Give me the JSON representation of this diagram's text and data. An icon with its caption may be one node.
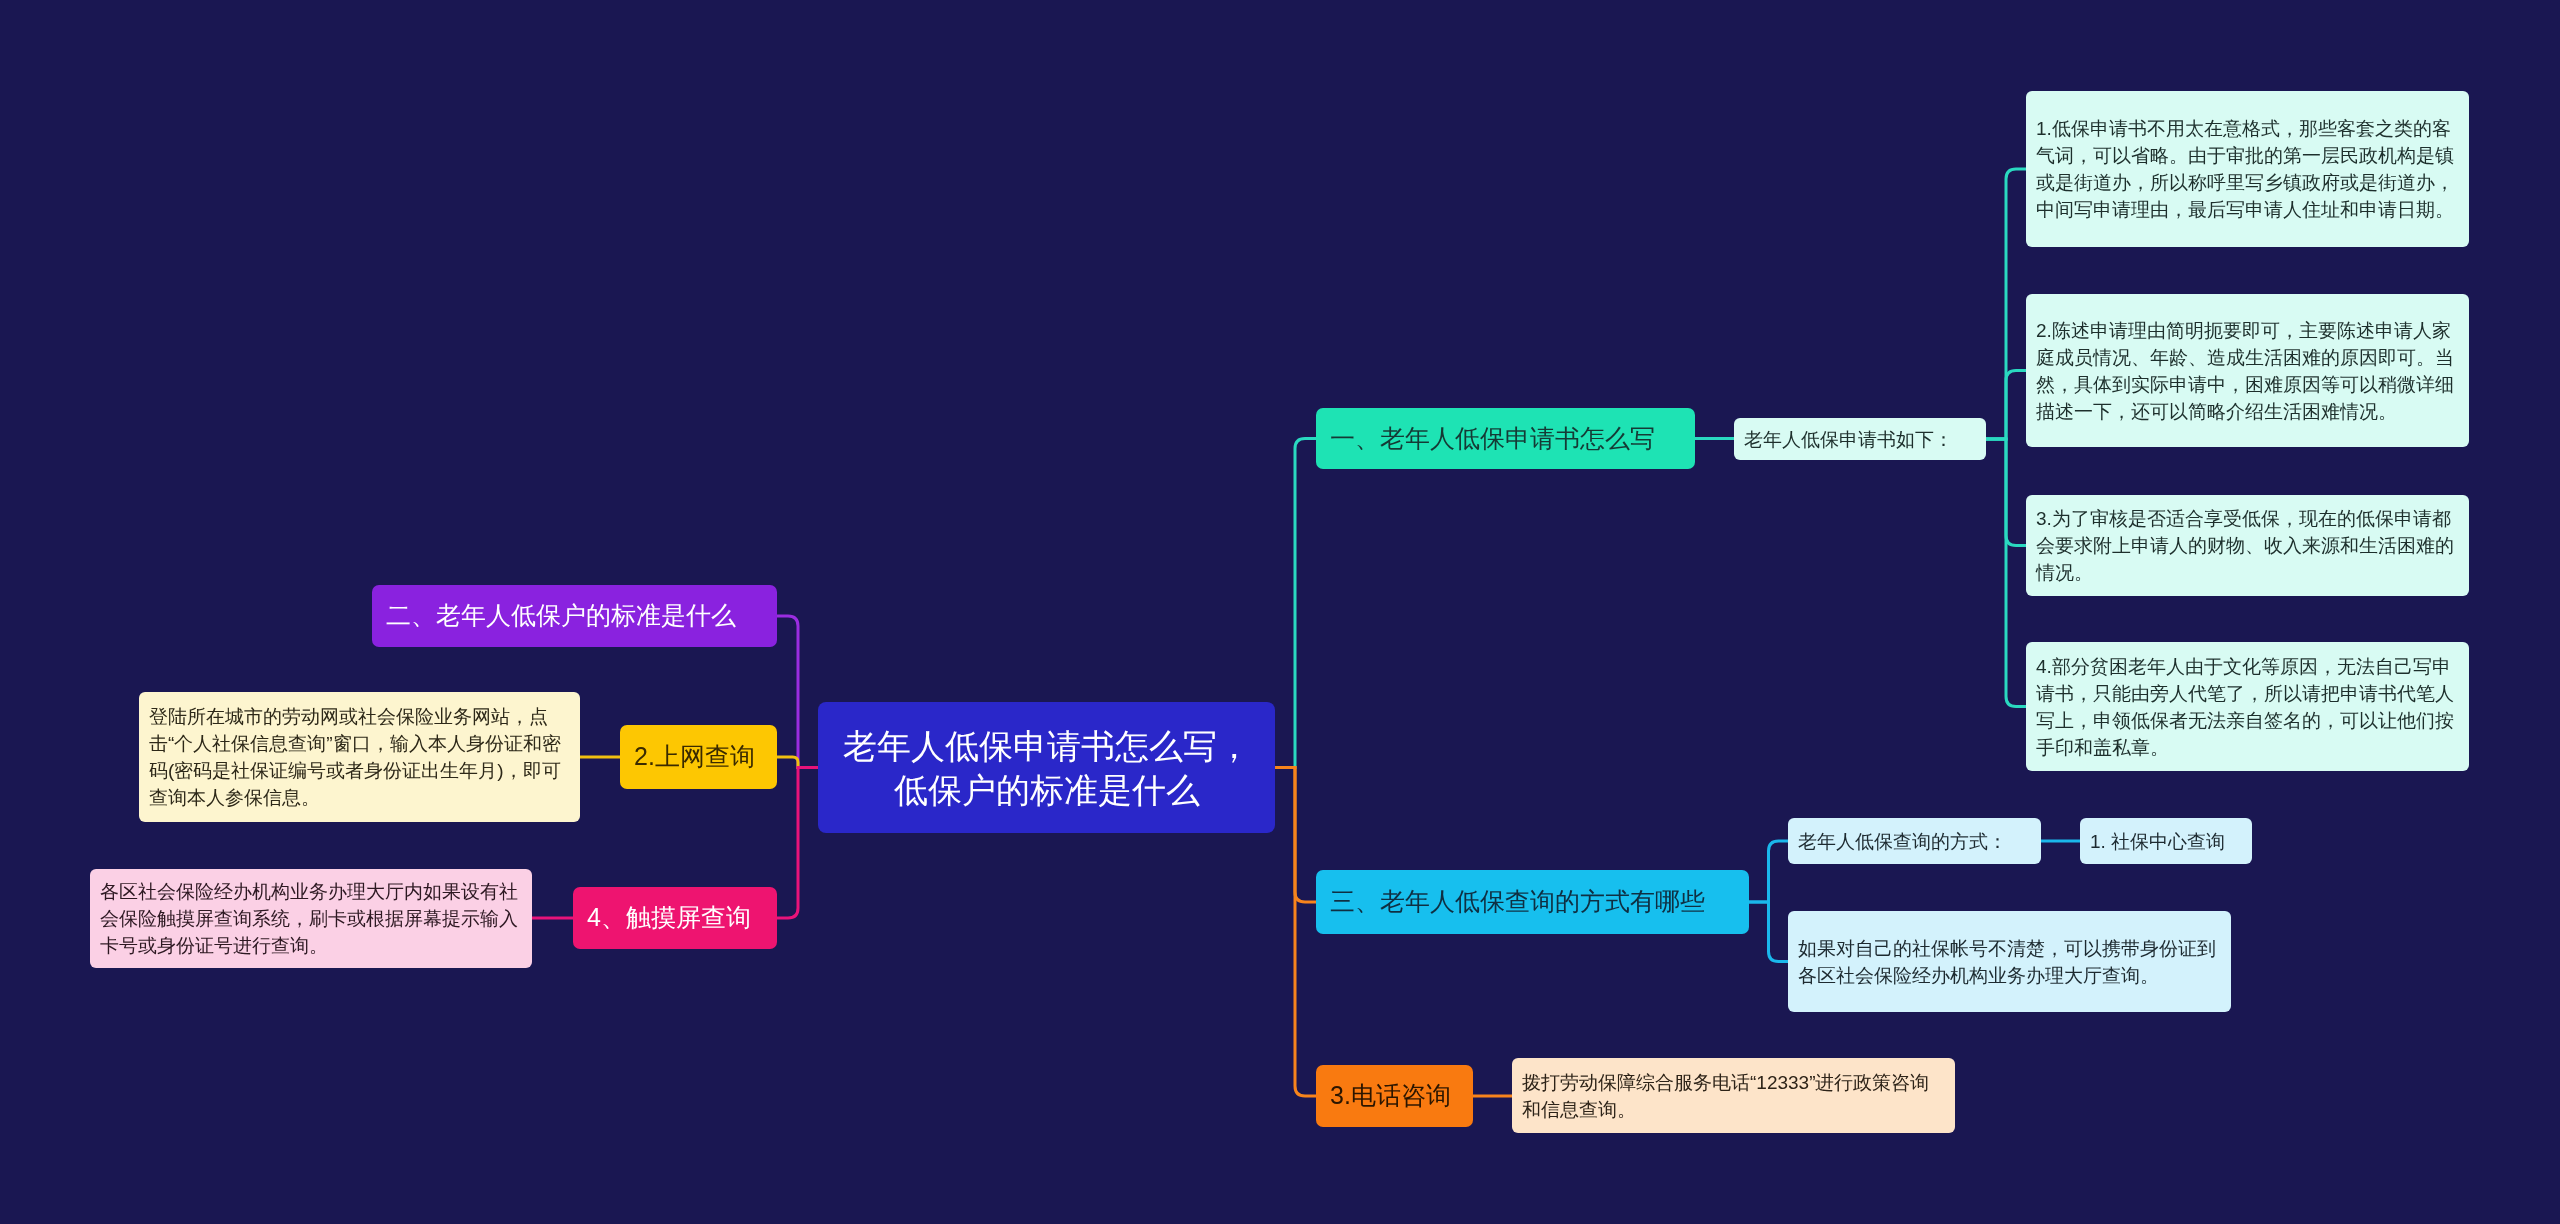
{
  "diagram": {
    "nodes": [
      {
        "text": [
          "老年人低保申请书怎么写，低保户的标准是什么"
        ]
      },
      {
        "text": [
          "一、老年人低保申请书怎么写"
        ]
      },
      {
        "text": [
          "老年人低保申请书如下："
        ]
      },
      {
        "text": [
          "1.低保申请书不用太在意格式，那些客套之类的客气词，可以省略。由于审批的第一层民政机构是镇或是街道办，所以称呼里写乡镇政府或是街道办，中间写申请理由，最后写申请人住址和申请日期。"
        ]
      },
      {
        "text": [
          "2.陈述申请理由简明扼要即可，主要陈述申请人家庭成员情况、年龄、造成生活困难的原因即可。当然，具体到实际申请中，困难原因等可以稍微详细描述一下，还可以简略介绍生活困难情况。"
        ]
      },
      {
        "text": [
          "3.为了审核是否适合享受低保，现在的低保申请都会要求附上申请人的财物、收入来源和生活困难的情况。"
        ]
      },
      {
        "text": [
          "4.部分贫困老年人由于文化等原因，无法自己写申请书，只能由旁人代笔了，所以请把申请书代笔人写上，申领低保者无法亲自签名的，可以让他们按手印和盖私章。"
        ]
      },
      {
        "text": [
          "三、老年人低保查询的方式有哪些"
        ]
      },
      {
        "text": [
          "老年人低保查询的方式："
        ]
      },
      {
        "text": [
          "1. 社保中心查询"
        ]
      },
      {
        "text": [
          "如果对自己的社保帐号不清楚，可以携带身份证到各区社会保险经办机构业务办理大厅查询。"
        ]
      },
      {
        "text": [
          "3.电话咨询"
        ]
      },
      {
        "text": [
          "拨打劳动保障综合服务电话“12333”进行政策咨询和信息查询。"
        ]
      },
      {
        "text": [
          "二、老年人低保户的标准是什么"
        ]
      },
      {
        "text": [
          "2.上网查询"
        ]
      },
      {
        "text": [
          "登陆所在城市的劳动网或社会保险业务网站，点击“个人社保信息查询”窗口，输入本人身份证和密码(密码是社保证编号或者身份证出生年月)，即可查询本人参保信息。"
        ]
      },
      {
        "text": [
          "4、触摸屏查询"
        ]
      },
      {
        "text": [
          "各区社会保险经办机构业务办理大厅内如果设有社会保险触摸屏查询系统，刷卡或根据屏幕提示输入卡号或身份证号进行查询。"
        ]
      }
    ],
    "edges": [
      {
        "from": 0,
        "to": 1,
        "arrow": "none",
        "color": "#2ad9c0"
      },
      {
        "from": 1,
        "to": 2,
        "arrow": "none",
        "color": "#2ad9c0"
      },
      {
        "from": 2,
        "to": 3,
        "arrow": "none",
        "color": "#2ad9c0"
      },
      {
        "from": 2,
        "to": 4,
        "arrow": "none",
        "color": "#2ad9c0"
      },
      {
        "from": 2,
        "to": 5,
        "arrow": "none",
        "color": "#2ad9c0"
      },
      {
        "from": 2,
        "to": 6,
        "arrow": "none",
        "color": "#2ad9c0"
      },
      {
        "from": 0,
        "to": 7,
        "arrow": "none",
        "color": "#f7841c"
      },
      {
        "from": 7,
        "to": 8,
        "arrow": "none",
        "color": "#1ab8ec"
      },
      {
        "from": 8,
        "to": 9,
        "arrow": "none",
        "color": "#1ab8ec"
      },
      {
        "from": 7,
        "to": 10,
        "arrow": "none",
        "color": "#1ab8ec"
      },
      {
        "from": 0,
        "to": 11,
        "arrow": "none",
        "color": "#f7841c"
      },
      {
        "from": 11,
        "to": 12,
        "arrow": "none",
        "color": "#f7841c"
      },
      {
        "from": 0,
        "to": 13,
        "arrow": "none",
        "color": "#9a2de0"
      },
      {
        "from": 0,
        "to": 14,
        "arrow": "none",
        "color": "#f0c010"
      },
      {
        "from": 14,
        "to": 15,
        "arrow": "none",
        "color": "#f0c010"
      },
      {
        "from": 0,
        "to": 16,
        "arrow": "none",
        "color": "#e8137a"
      },
      {
        "from": 16,
        "to": 17,
        "arrow": "none",
        "color": "#e8137a"
      }
    ]
  }
}
